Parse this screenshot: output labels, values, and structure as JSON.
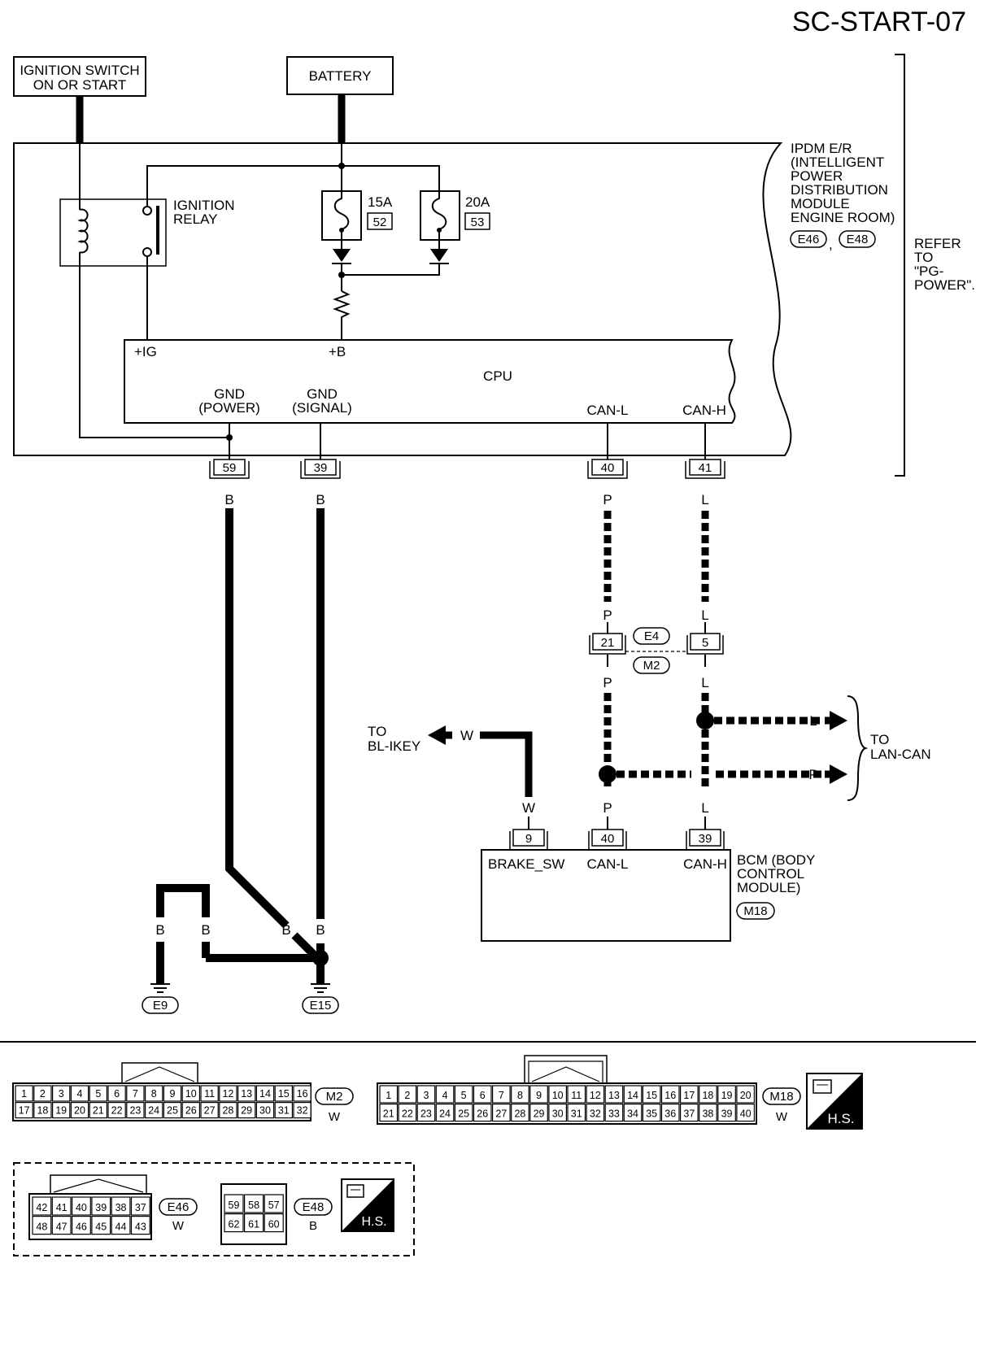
{
  "page_id": "SC-START-07",
  "ignition_switch": {
    "line1": "IGNITION SWITCH",
    "line2": "ON OR START"
  },
  "battery": "BATTERY",
  "ipdm": {
    "lines": [
      "IPDM E/R",
      "(INTELLIGENT",
      "POWER",
      "DISTRIBUTION",
      "MODULE",
      "ENGINE ROOM)"
    ],
    "conn1": "E46",
    "comma": ",",
    "conn2": "E48"
  },
  "refer": {
    "lines": [
      "REFER",
      "TO",
      "\"PG-",
      "POWER\"."
    ]
  },
  "ignition_relay": {
    "line1": "IGNITION",
    "line2": "RELAY"
  },
  "fuse1": {
    "rating": "15A",
    "number": "52"
  },
  "fuse2": {
    "rating": "20A",
    "number": "53"
  },
  "cpu": {
    "name": "CPU",
    "ig": "+IG",
    "b": "+B",
    "gnd_power": {
      "line1": "GND",
      "line2": "(POWER)"
    },
    "gnd_signal": {
      "line1": "GND",
      "line2": "(SIGNAL)"
    },
    "can_l": "CAN-L",
    "can_h": "CAN-H"
  },
  "ipdm_pins": {
    "gnd_power": "59",
    "gnd_signal": "39",
    "can_l": "40",
    "can_h": "41"
  },
  "wire_colors": {
    "b": "B",
    "p": "P",
    "l": "L",
    "w": "W"
  },
  "joint": {
    "pin_p": "21",
    "pin_l": "5",
    "conn_top": "E4",
    "conn_bottom": "M2"
  },
  "to_lan_can": {
    "line1": "TO",
    "line2": "LAN-CAN"
  },
  "to_bl_ikey": {
    "line1": "TO",
    "line2": "BL-IKEY"
  },
  "bcm": {
    "lines": [
      "BCM (BODY",
      "CONTROL",
      "MODULE)"
    ],
    "conn": "M18",
    "pins": {
      "brake": "9",
      "can_l": "40",
      "can_h": "39"
    },
    "brake_sw": "BRAKE_SW",
    "can_l": "CAN-L",
    "can_h": "CAN-H"
  },
  "grounds": {
    "g1": "E9",
    "g2": "E15"
  },
  "connectors": {
    "m2": {
      "id": "M2",
      "color": "W",
      "row1": [
        "1",
        "2",
        "3",
        "4",
        "5",
        "6",
        "7",
        "8",
        "9",
        "10",
        "11",
        "12",
        "13",
        "14",
        "15",
        "16"
      ],
      "row2": [
        "17",
        "18",
        "19",
        "20",
        "21",
        "22",
        "23",
        "24",
        "25",
        "26",
        "27",
        "28",
        "29",
        "30",
        "31",
        "32"
      ]
    },
    "m18": {
      "id": "M18",
      "color": "W",
      "row1": [
        "1",
        "2",
        "3",
        "4",
        "5",
        "6",
        "7",
        "8",
        "9",
        "10",
        "11",
        "12",
        "13",
        "14",
        "15",
        "16",
        "17",
        "18",
        "19",
        "20"
      ],
      "row2": [
        "21",
        "22",
        "23",
        "24",
        "25",
        "26",
        "27",
        "28",
        "29",
        "30",
        "31",
        "32",
        "33",
        "34",
        "35",
        "36",
        "37",
        "38",
        "39",
        "40"
      ]
    },
    "e46": {
      "id": "E46",
      "color": "W",
      "row1": [
        "42",
        "41",
        "40",
        "39",
        "38",
        "37"
      ],
      "row2": [
        "48",
        "47",
        "46",
        "45",
        "44",
        "43"
      ]
    },
    "e48": {
      "id": "E48",
      "color": "B",
      "row1": [
        "59",
        "58",
        "57"
      ],
      "row2": [
        "62",
        "61",
        "60"
      ]
    }
  },
  "hs_label": "H.S."
}
